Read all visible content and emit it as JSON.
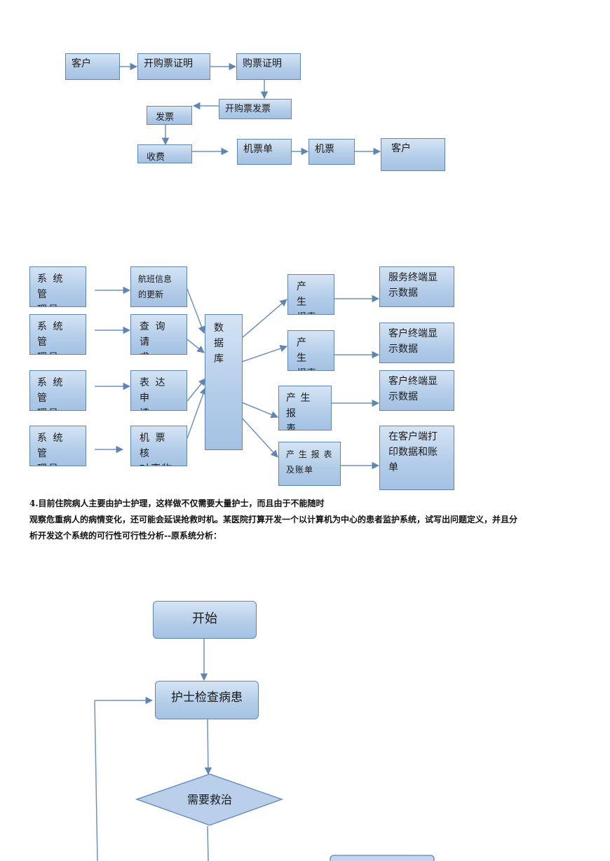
{
  "diagram1": {
    "customer": "客户",
    "open_certificate": "开购票证明",
    "purchase_certificate": "购票证明",
    "open_invoice": "开购票发票",
    "invoice": "发票",
    "charge": "收费",
    "ticket_form": "机票单",
    "ticket": "机票",
    "customer_end": "客户"
  },
  "diagram2": {
    "admins": [
      "系 统 管\n理员",
      "系 统 管\n理员",
      "系 统 管\n理员",
      "系 统 管\n理员"
    ],
    "ops": [
      "航班信息\n的更新",
      "查 询 请\n求",
      "表 达 申\n请",
      "机 票 核\n对事物"
    ],
    "database": "数\n据\n库",
    "reports": [
      "产　生\n报表",
      "产　生\n报表",
      "产 生 报\n表",
      "产 生 报 表\n及账单"
    ],
    "outputs": [
      "服务终端显\n示数据",
      "客户终端显\n示数据",
      "客户终端显\n示数据",
      "在客户端打\n印数据和账\n单"
    ]
  },
  "question": {
    "line1": "4.目前住院病人主要由护士护理，这样做不仅需要大量护士，而且由于不能随时",
    "line2": "观察危重病人的病情变化，还可能会延误抢救时机。某医院打算开发一个以计算机为中心的患者监护系统，试写出问题定义，并且分",
    "line3": "析开发这个系统的可行性可行性分析--原系统分析："
  },
  "flowchart": {
    "start": "开始",
    "nurse_check": "护士检查病患",
    "need_treatment": "需要救治"
  },
  "colors": {
    "box_border": "#5f86b3",
    "box_fill_top": "#d5e4f5",
    "box_fill_bottom": "#a5c2e4",
    "arrow": "#5f86b3"
  }
}
